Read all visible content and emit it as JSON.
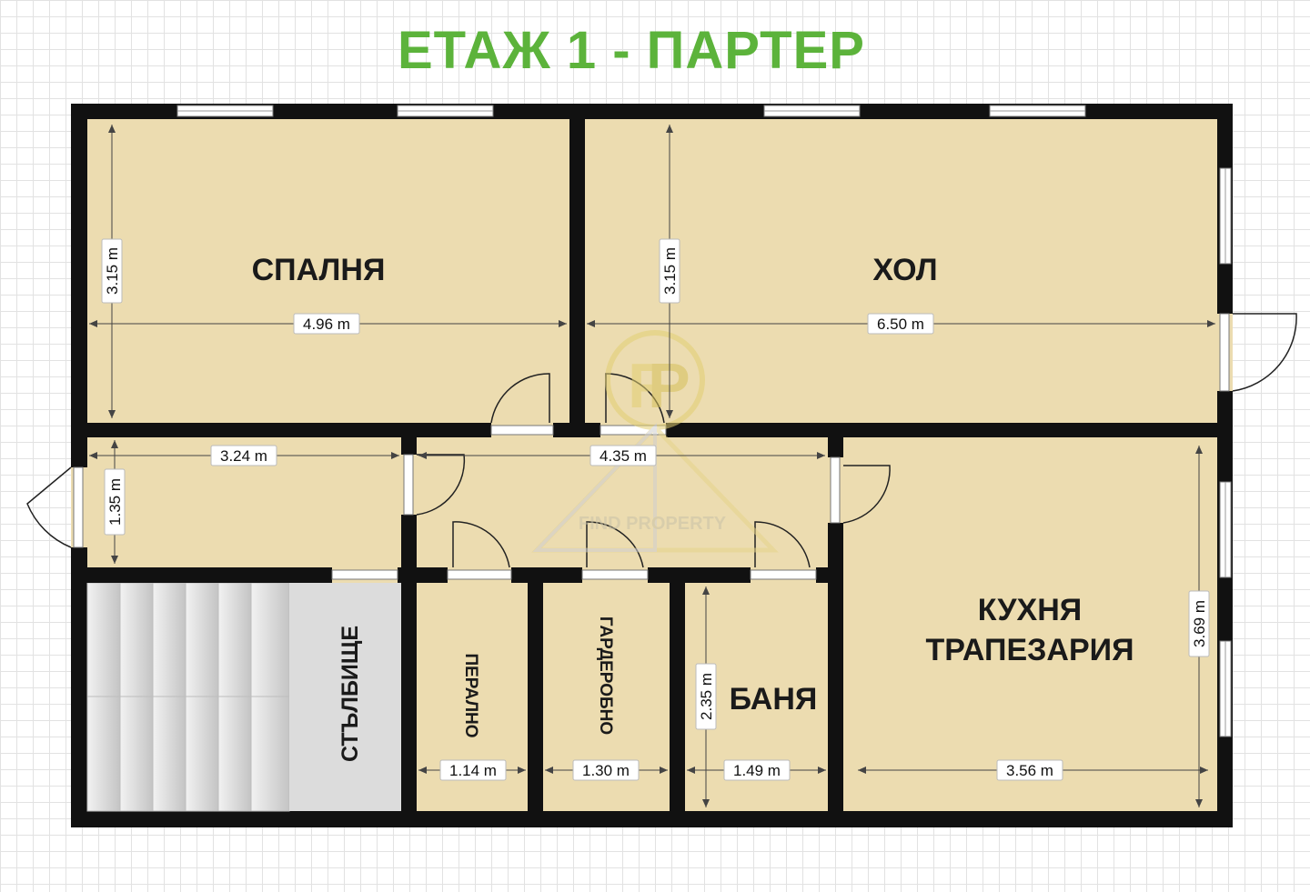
{
  "title": "ЕТАЖ 1 - ПАРТЕР",
  "rooms": {
    "bedroom": "СПАЛНЯ",
    "hall": "ХОЛ",
    "kitchen_line1": "КУХНЯ",
    "kitchen_line2": "ТРАПЕЗАРИЯ",
    "bathroom": "БАНЯ",
    "laundry": "ПЕРАЛНО",
    "wardrobe": "ГАРДЕРОБНО",
    "stairs": "СТЪЛБИЩЕ"
  },
  "dimensions": {
    "bedroom_height": "3.15 m",
    "bedroom_width": "4.96 m",
    "hall_height": "3.15 m",
    "hall_width": "6.50 m",
    "entry_width": "3.24 m",
    "entry_height": "1.35 m",
    "corridor_width": "4.35 m",
    "kitchen_height": "3.69 m",
    "kitchen_width": "3.56 m",
    "bathroom_height": "2.35 m",
    "bathroom_width": "1.49 m",
    "laundry_width": "1.14 m",
    "wardrobe_width": "1.30 m"
  },
  "watermark": "FIND PROPERTY",
  "colors": {
    "title": "#5cb33b",
    "floor": "#ecdcb0",
    "wall": "#111111",
    "stairs": "#d6d6d6"
  }
}
